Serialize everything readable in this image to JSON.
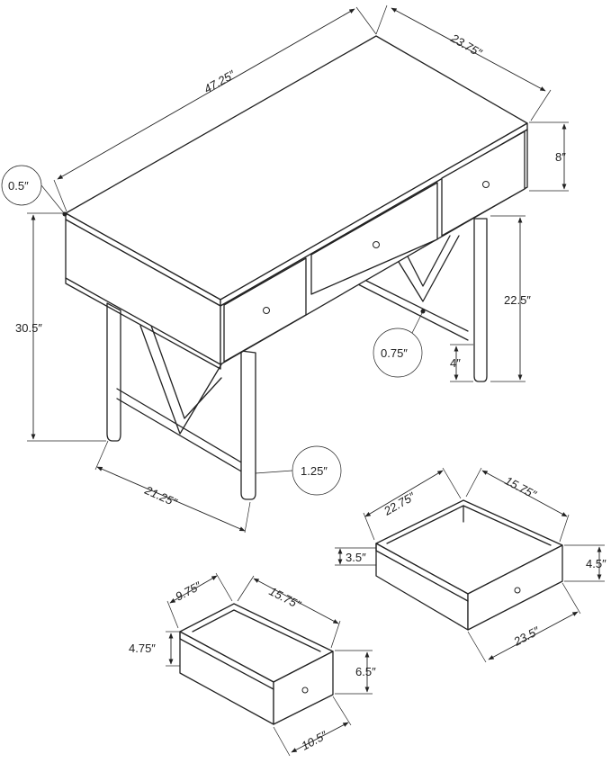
{
  "diagram": {
    "desk": {
      "length": "47.25″",
      "depth": "23.75″",
      "drawer_height": "8″",
      "top_thickness": "0.5″",
      "total_height": "30.5″",
      "leg_clearance": "22.5″",
      "bar_thickness": "0.75″",
      "bar_height": "4″",
      "leg_diameter": "1.25″",
      "leg_span": "21.25″"
    },
    "large_drawer": {
      "inner_length": "22.75″",
      "inner_width": "15.75″",
      "inner_height": "3.5″",
      "front_height": "4.5″",
      "outer_length": "23.5″"
    },
    "small_drawer": {
      "inner_length": "9.75″",
      "inner_width": "15.75″",
      "inner_height": "4.75″",
      "front_height": "6.5″",
      "outer_length": "10.5″"
    }
  }
}
